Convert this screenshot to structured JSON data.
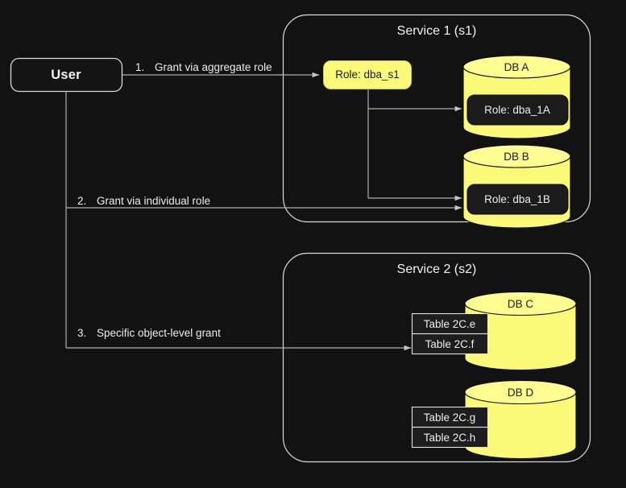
{
  "diagram": {
    "background_color": "#121212",
    "accent_color": "#fafa78",
    "line_color": "#b0b0b0",
    "actor": {
      "label": "User"
    },
    "edge_labels": [
      {
        "num": "1.",
        "text": "Grant via aggregate role"
      },
      {
        "num": "2.",
        "text": "Grant via individual role"
      },
      {
        "num": "3.",
        "text": "Specific object-level grant"
      }
    ],
    "services": [
      {
        "title": "Service 1 (s1)",
        "role_chip": "Role: dba_s1",
        "databases": [
          {
            "name": "DB A",
            "role": "Role: dba_1A"
          },
          {
            "name": "DB B",
            "role": "Role: dba_1B"
          }
        ]
      },
      {
        "title": "Service 2 (s2)",
        "databases": [
          {
            "name": "DB C",
            "tables": [
              "Table 2C.e",
              "Table 2C.f"
            ]
          },
          {
            "name": "DB D",
            "tables": [
              "Table 2C.g",
              "Table 2C.h"
            ]
          }
        ]
      }
    ]
  }
}
